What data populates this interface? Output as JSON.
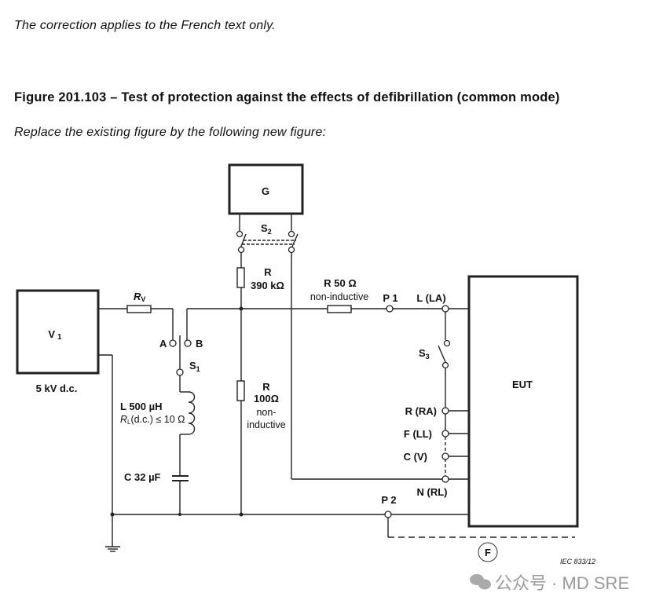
{
  "text": {
    "correction_note": "The correction applies to the French text only.",
    "figure_title": "Figure 201.103 – Test of protection against the effects of defibrillation (common mode)",
    "replace_note": "Replace the existing figure by the following new figure:"
  },
  "diagram": {
    "generator": "G",
    "switch_s2": "S",
    "switch_s2_sub": "2",
    "r390_name": "R",
    "r390_value": "390 kΩ",
    "voltage_source": "V",
    "voltage_source_sub": "1",
    "voltage_rating": "5 kV  d.c.",
    "rv_name": "R",
    "rv_sub": "V",
    "terminal_a": "A",
    "terminal_b": "B",
    "switch_s1": "S",
    "switch_s1_sub": "1",
    "inductor_label": "L  500 µH",
    "inductor_rl": "R",
    "inductor_rl_sub": "L",
    "inductor_rl_rest": "(d.c.) ≤ 10 Ω",
    "capacitor_label": "C 32  µF",
    "r100_name": "R",
    "r100_value": "100Ω",
    "r100_note1": "non-",
    "r100_note2": "inductive",
    "r50_label": "R  50 Ω",
    "r50_note": "non-inductive",
    "p1": "P 1",
    "p2": "P 2",
    "la": "L (LA)",
    "switch_s3": "S",
    "switch_s3_sub": "3",
    "ra": "R (RA)",
    "ll": "F (LL)",
    "v": "C (V)",
    "rl": "N (RL)",
    "eut": "EUT",
    "f_mark": "F",
    "ref": "IEC  833/12"
  },
  "watermark": "公众号 · MD SRE"
}
